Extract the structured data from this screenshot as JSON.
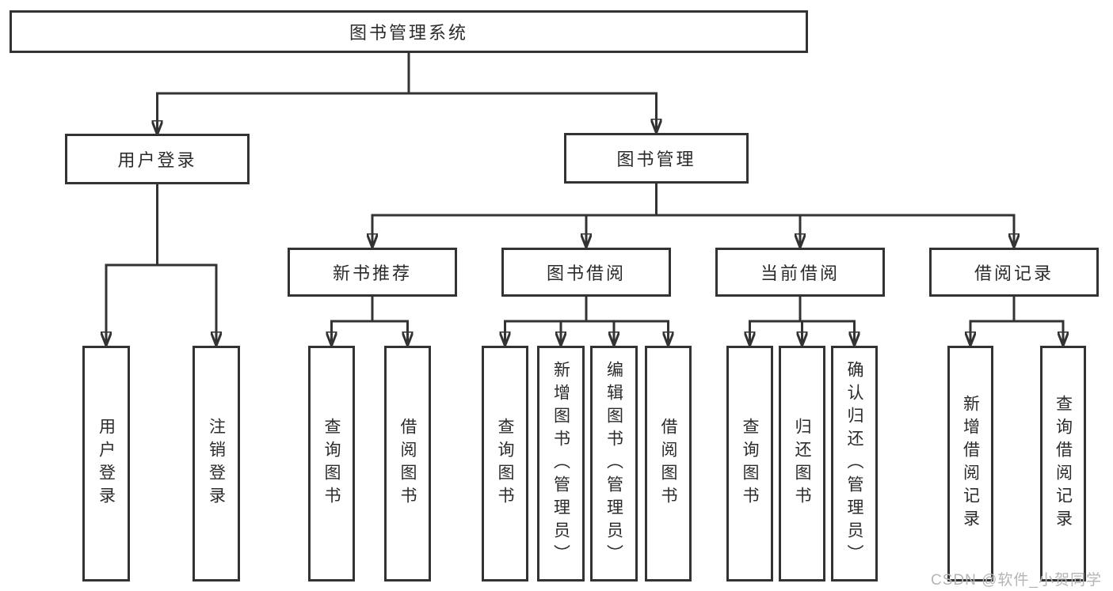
{
  "diagram_title": "图书管理系统",
  "nodes": {
    "root": "图书管理系统",
    "user_login": "用户登录",
    "book_mgmt": "图书管理",
    "new_book_rec": "新书推荐",
    "book_borrow": "图书借阅",
    "current_borrow": "当前借阅",
    "borrow_records": "借阅记录",
    "login": "用户登录",
    "logout": "注销登录",
    "rec_query_book": "查询图书",
    "rec_borrow_book": "借阅图书",
    "bb_query_book": "查询图书",
    "bb_add_book": "新增图书（管理员）",
    "bb_edit_book": "编辑图书（管理员）",
    "bb_borrow_book": "借阅图书",
    "cb_query_book": "查询图书",
    "cb_return_book": "归还图书",
    "cb_confirm_return": "确认归还（管理员）",
    "br_add_record": "新增借阅记录",
    "br_query_record": "查询借阅记录"
  },
  "hierarchy": {
    "图书管理系统": {
      "用户登录": [
        "用户登录",
        "注销登录"
      ],
      "图书管理": {
        "新书推荐": [
          "查询图书",
          "借阅图书"
        ],
        "图书借阅": [
          "查询图书",
          "新增图书（管理员）",
          "编辑图书（管理员）",
          "借阅图书"
        ],
        "当前借阅": [
          "查询图书",
          "归还图书",
          "确认归还（管理员）"
        ],
        "借阅记录": [
          "新增借阅记录",
          "查询借阅记录"
        ]
      }
    }
  },
  "watermark": "CSDN @软件_小贺同学",
  "colors": {
    "line": "#333333",
    "box_border": "#333333",
    "box_fill": "#ffffff",
    "text": "#2b2b2b",
    "watermark": "#b5b5b5",
    "background": "#ffffff"
  }
}
